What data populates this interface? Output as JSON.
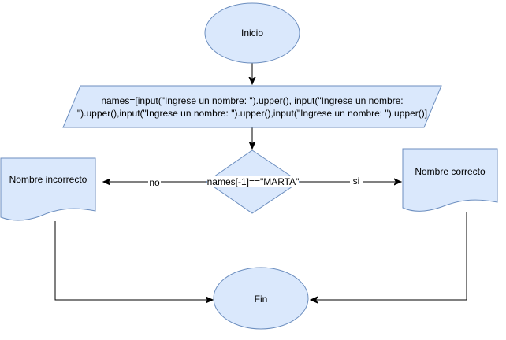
{
  "nodes": {
    "start": {
      "label": "Inicio"
    },
    "input_line1": {
      "label": "names=[input(\"Ingrese un nombre: \").upper(), input(\"Ingrese un nombre:"
    },
    "input_line2": {
      "label": "\").upper(),input(\"Ingrese un nombre: \").upper(),input(\"Ingrese un nombre: \").upper()]"
    },
    "decision": {
      "label": "names[-1]==\"MARTA\""
    },
    "wrong": {
      "label": "Nombre incorrecto"
    },
    "right": {
      "label": "Nombre correcto"
    },
    "end": {
      "label": "Fin"
    }
  },
  "edges": {
    "no_label": "no",
    "si_label": "si"
  },
  "colors": {
    "fill": "#dae8fc",
    "stroke": "#6c8ebf",
    "edge": "#000000"
  }
}
